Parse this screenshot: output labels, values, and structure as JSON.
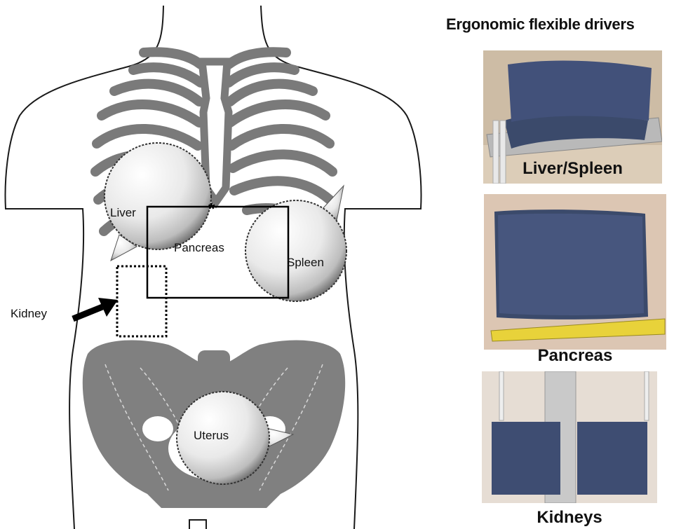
{
  "figure": {
    "panel_title": "Ergonomic flexible drivers",
    "organ_labels": {
      "liver": "Liver",
      "pancreas": "Pancreas",
      "spleen": "Spleen",
      "uterus": "Uterus",
      "kidney": "Kidney"
    },
    "asterisk": "*",
    "photos": [
      {
        "caption": "Liver/Spleen"
      },
      {
        "caption": "Pancreas"
      },
      {
        "caption": "Kidneys"
      }
    ],
    "colors": {
      "bone": "#7a7a7a",
      "denim": "#3b4a6b",
      "photo_background": "#d6c7b4",
      "ruler_yellow": "#e8d23a"
    }
  }
}
